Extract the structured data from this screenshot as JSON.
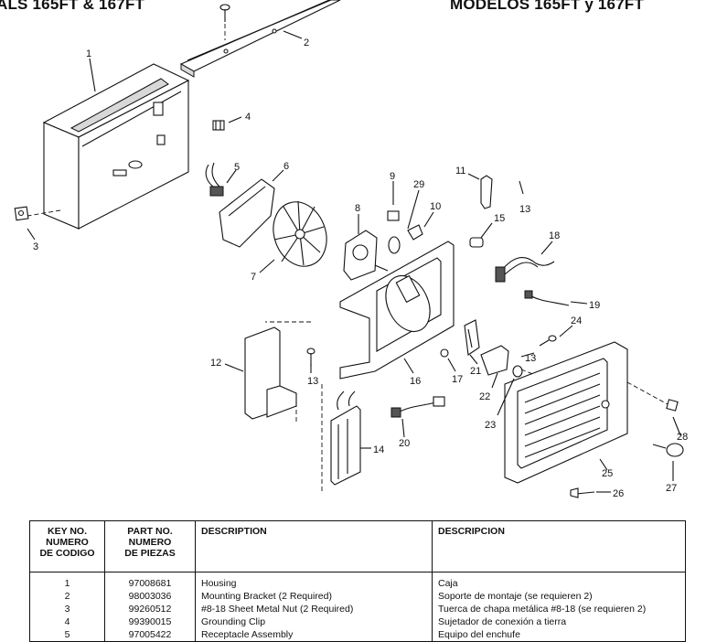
{
  "header": {
    "left_title": "ALS 165FT & 167FT",
    "right_title": "MODELOS 165FT y 167FT"
  },
  "callouts": [
    "1",
    "2",
    "3",
    "4",
    "5",
    "6",
    "7",
    "8",
    "9",
    "29",
    "10",
    "11",
    "13",
    "15",
    "18",
    "19",
    "24",
    "12",
    "13",
    "16",
    "17",
    "21",
    "13",
    "22",
    "23",
    "20",
    "14",
    "25",
    "28",
    "27",
    "26"
  ],
  "table": {
    "headers": {
      "key": [
        "KEY NO.",
        "NUMERO",
        "DE CODIGO"
      ],
      "part": [
        "PART NO.",
        "NUMERO",
        "DE PIEZAS"
      ],
      "description": "DESCRIPTION",
      "descripcion": "DESCRIPCION"
    },
    "rows": [
      {
        "key": "1",
        "part": "97008681",
        "description": "Housing",
        "descripcion": "Caja"
      },
      {
        "key": "2",
        "part": "98003036",
        "description": "Mounting Bracket (2 Required)",
        "descripcion": "Soporte de montaje (se requieren 2)"
      },
      {
        "key": "3",
        "part": "99260512",
        "description": "#8-18 Sheet Metal Nut (2 Required)",
        "descripcion": "Tuerca de chapa metálica #8-18 (se requieren 2)"
      },
      {
        "key": "4",
        "part": "99390015",
        "description": "Grounding Clip",
        "descripcion": "Sujetador de conexión a tierra"
      },
      {
        "key": "5",
        "part": "97005422",
        "description": "Receptacle Assembly",
        "descripcion": "Equipo del enchufe"
      }
    ]
  }
}
